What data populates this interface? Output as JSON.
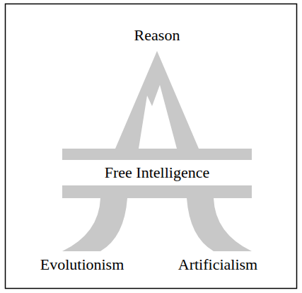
{
  "diagram": {
    "labels": [
      "Reason",
      "Free Intelligence",
      "Evolutionism",
      "Artificialism"
    ]
  }
}
